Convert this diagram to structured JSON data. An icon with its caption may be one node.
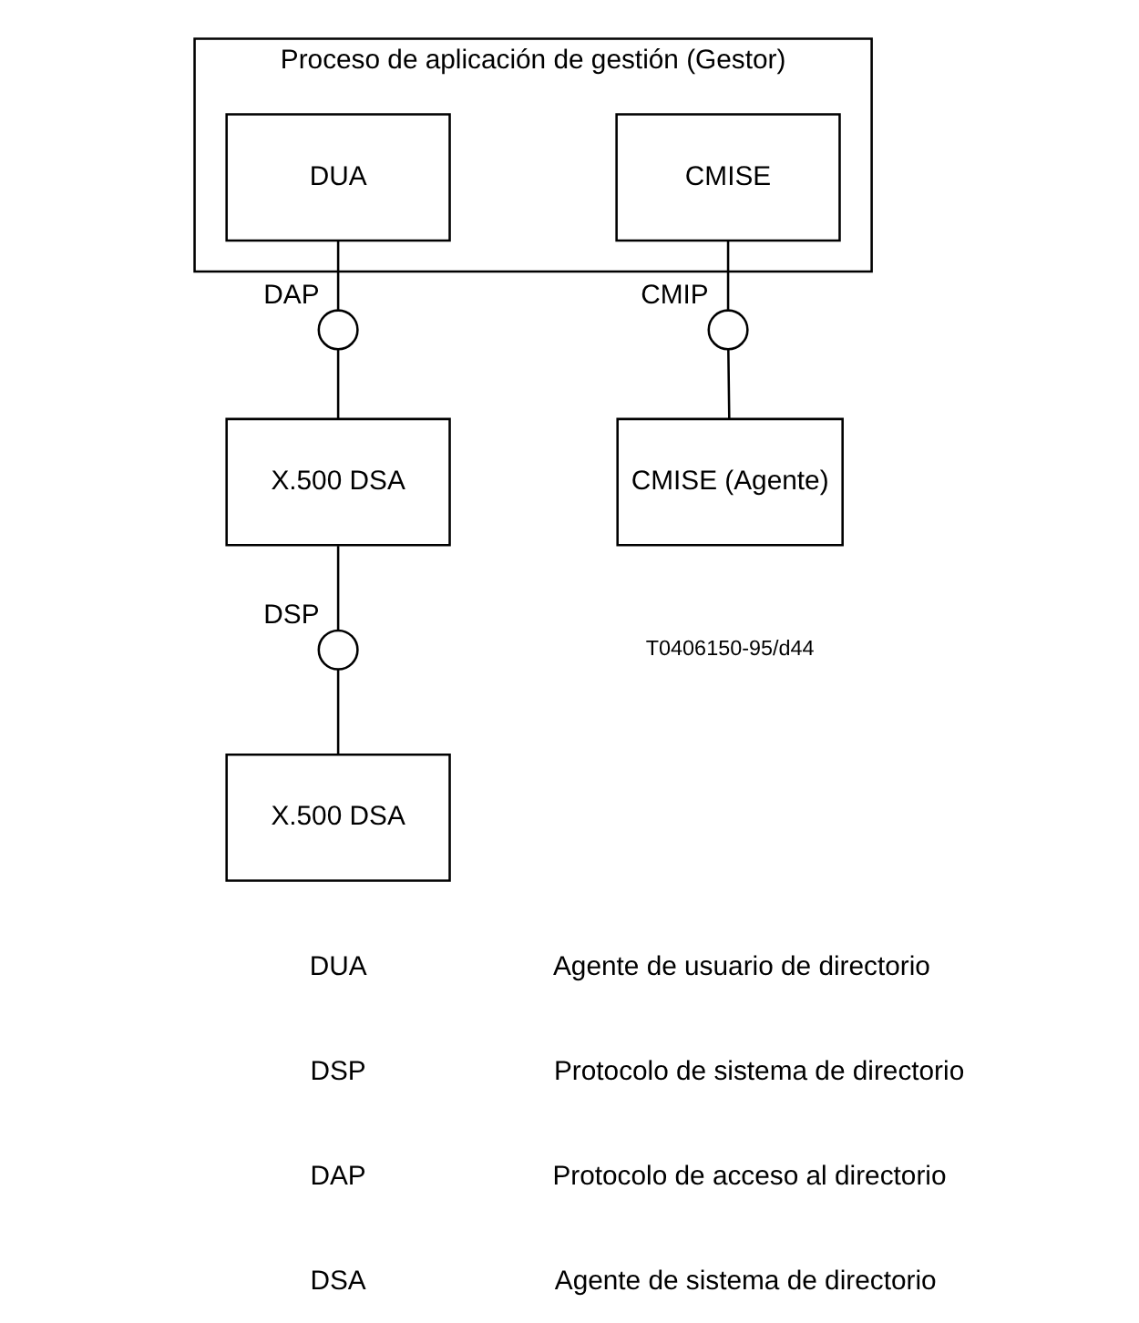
{
  "diagram": {
    "nodes": [
      {
        "text": [
          "Proceso de aplicación de gestión (Gestor)"
        ]
      },
      {
        "text": [
          "DUA"
        ],
        "in": 0
      },
      {
        "text": [
          "CMISE"
        ],
        "in": 0
      },
      {
        "text": [],
        "shape": "circle",
        "beside": [
          "DAP"
        ]
      },
      {
        "text": [],
        "shape": "circle",
        "beside": [
          "CMIP"
        ]
      },
      {
        "text": [
          "X.500 DSA"
        ]
      },
      {
        "text": [
          "CMISE (Agente)"
        ]
      },
      {
        "text": [],
        "shape": "circle",
        "beside": [
          "DSP"
        ]
      },
      {
        "text": [
          "X.500 DSA"
        ]
      }
    ],
    "edges": [
      {
        "from": 1,
        "to": 3,
        "arrow": "none"
      },
      {
        "from": 3,
        "to": 5,
        "arrow": "none"
      },
      {
        "from": 2,
        "to": 4,
        "arrow": "none"
      },
      {
        "from": 4,
        "to": 6,
        "arrow": "none"
      },
      {
        "from": 5,
        "to": 7,
        "arrow": "none"
      },
      {
        "from": 7,
        "to": 8,
        "arrow": "none"
      }
    ],
    "labels": [
      "T0406150-95/d44",
      "DUA",
      "Agente de usuario de directorio",
      "DSP",
      "Protocolo de sistema de directorio",
      "DAP",
      "Protocolo de acceso al directorio",
      "DSA",
      "Agente de sistema de directorio"
    ]
  }
}
